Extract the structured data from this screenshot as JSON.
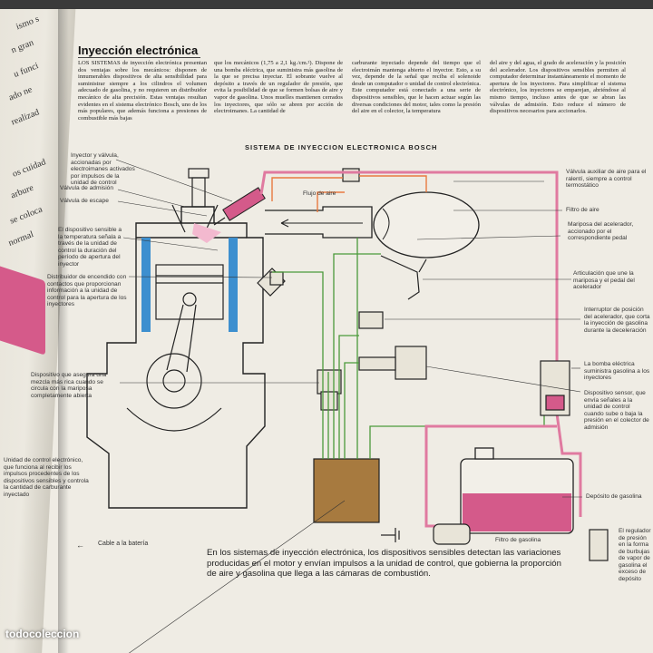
{
  "section": {
    "title": "Inyección electrónica",
    "col1": "LOS SISTEMAS de inyección electrónica presentan dos ventajas sobre los mecánicos: disponen de innumerables dispositivos de alta sensibilidad para suministrar siempre a los cilindros el volumen adecuado de gasolina, y no requieren un distribuidor mecánico de alta precisión. Estas ventajas resultan evidentes en el sistema electrónico Bosch, uno de los más populares, que además funciona a presiones de combustible más bajas",
    "col2": "que los mecánicos (1,75 a 2,1 kg./cm.²). Dispone de una bomba eléctrica, que suministra más gasolina de la que se precisa inyectar. El sobrante vuelve al depósito a través de un regulador de presión, que evita la posibilidad de que se formen bolsas de aire y vapor de gasolina. Unos muelles mantienen cerrados los inyectores, que sólo se abren por acción de electroimanes. La cantidad de",
    "col3": "carburante inyectado depende del tiempo que el electroimán mantenga abierto el inyector. Esto, a su vez, depende de la señal que reciba el solenoide desde un computador o unidad de control electrónica. Este computador está conectado a una serie de dispositivos sensibles, que le hacen actuar según las diversas condiciones del motor, tales como la presión del aire en el colector, la temperatura",
    "col4": "del aire y del agua, el grado de aceleración y la posición del acelerador. Los dispositivos sensibles permiten al computador determinar instantáneamente el momento de apertura de los inyectores. Para simplificar el sistema electrónico, los inyectores se emparejan, abriéndose al mismo tiempo, incluso antes de que se abran las válvulas de admisión. Esto reduce el número de dispositivos necesarios para accionarlos."
  },
  "diagram": {
    "title": "SISTEMA DE INYECCION ELECTRONICA BOSCH",
    "labels_left": [
      "Inyector y válvula, accionadas por electroimanes activados por impulsos de la unidad de control",
      "Válvula de admisión",
      "Válvula de escape",
      "El dispositivo sensible a la temperatura señala a través de la unidad de control la duración del período de apertura del inyector",
      "Distribuidor de encendido con contactos que proporcionan información a la unidad de control para la apertura de los inyectores",
      "Dispositivo que asegura una mezcla más rica cuando se circula con la mariposa completamente abierta",
      "Unidad de control electrónico, que funciona al recibir los impulsos procedentes de los dispositivos sensibles y controla la cantidad de carburante inyectado"
    ],
    "air_flow_label": "Flujo de aire",
    "labels_right": [
      "Válvula auxiliar de aire para el ralentí, siempre a control termostático",
      "Filtro de aire",
      "Mariposa del acelerador, accionado por el correspondiente pedal",
      "Articulación que une la mariposa y el pedal del acelerador",
      "Interruptor de posición del acelerador, que corta la inyección de gasolina durante la deceleración",
      "La bomba eléctrica suministra gasolina a los inyectores",
      "Dispositivo sensor, que envía señales a la unidad de control cuando sube o baja la presión en el colector de admisión",
      "Depósito de gasolina",
      "Filtro de gasolina",
      "El regulador de presión en la forma de burbujas de vapor de gasolina el exceso de depósito"
    ],
    "cable_label": "Cable a la batería",
    "caption": "En los sistemas de inyección electrónica, los dispositivos sensibles detectan las variaciones producidas en el motor y envían impulsos a la unidad de control, que gobierna la proporción de aire y gasolina que llega a las cámaras de combustión."
  },
  "watermark": "todocoleccion",
  "colors": {
    "fuel_line": "#e07aa0",
    "air_line": "#e87a40",
    "signal_line": "#4a9a3a",
    "coolant": "#3d8fcf",
    "control_unit": "#a77a3f",
    "fuel_fill": "#d45a8a"
  }
}
